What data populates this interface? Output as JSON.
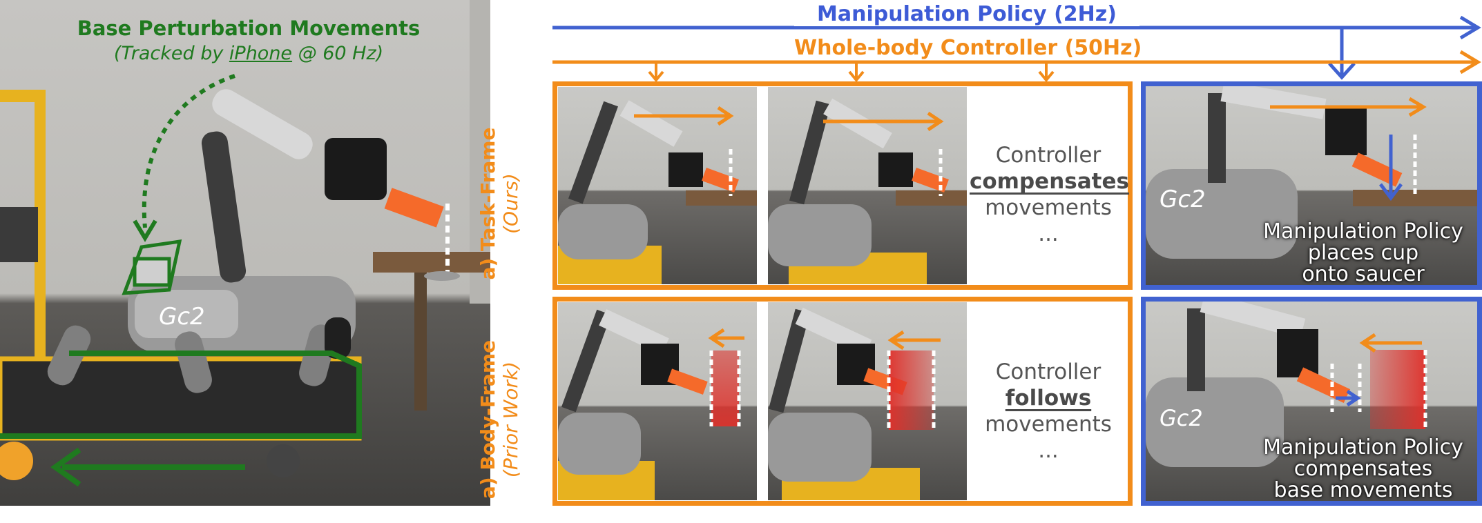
{
  "header": {
    "policy_label": "Manipulation Policy (2Hz)",
    "controller_label": "Whole-body Controller (50Hz)"
  },
  "left_panel": {
    "title": "Base Perturbation Movements",
    "subtitle_prefix": "(Tracked by ",
    "subtitle_device": "iPhone",
    "subtitle_suffix": " @ 60 Hz)",
    "robot_badge": "Gc2"
  },
  "rows": [
    {
      "side_label": "a) Task-Frame",
      "side_sub": "(Ours)",
      "controller_line1": "Controller",
      "controller_keyword": "compensates",
      "controller_line3": "movements",
      "controller_line4": "...",
      "policy_caption_1": "Manipulation Policy",
      "policy_caption_2": "places cup",
      "policy_caption_3": "onto saucer"
    },
    {
      "side_label": "a) Body-Frame",
      "side_sub": "(Prior Work)",
      "controller_line1": "Controller",
      "controller_keyword": "follows",
      "controller_line3": "movements",
      "controller_line4": "...",
      "policy_caption_1": "Manipulation Policy",
      "policy_caption_2": "compensates",
      "policy_caption_3": "base movements"
    }
  ],
  "colors": {
    "policy_blue": "#4162d0",
    "controller_orange": "#f28c1a",
    "perturbation_green": "#1f7a1f",
    "error_red": "#e0302a"
  }
}
